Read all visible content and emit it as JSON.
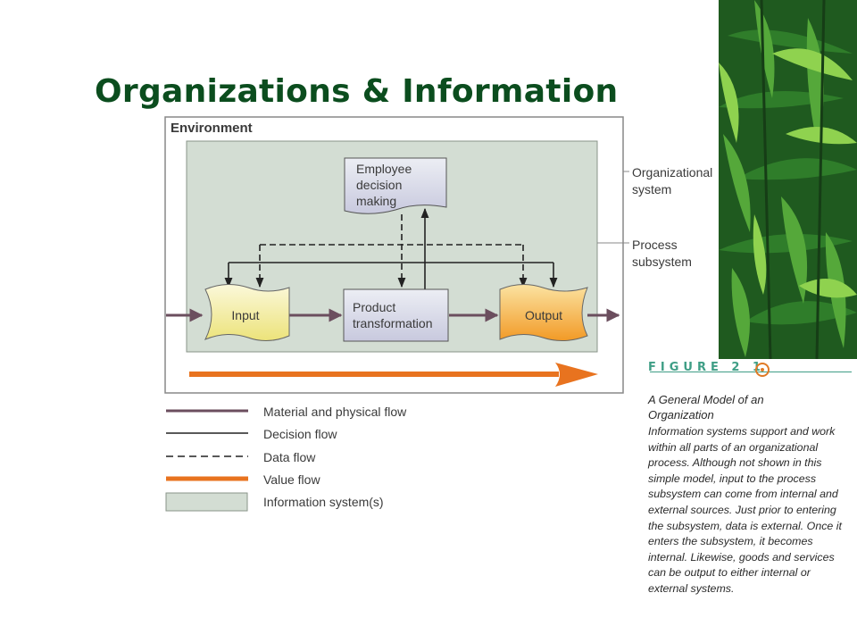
{
  "title": "Organizations & Information",
  "diagram": {
    "environment_label": "Environment",
    "employee_box": [
      "Employee",
      "decision",
      "making"
    ],
    "input_label": "Input",
    "product_box": [
      "Product",
      "transformation"
    ],
    "output_label": "Output",
    "org_system_label": [
      "Organizational",
      "system"
    ],
    "process_subsystem_label": [
      "Process",
      "subsystem"
    ]
  },
  "legend": [
    {
      "label": "Material and physical flow",
      "style": "material",
      "color": "#6b4e5e"
    },
    {
      "label": "Decision flow",
      "style": "decision",
      "color": "#222222"
    },
    {
      "label": "Data flow",
      "style": "data",
      "color": "#222222"
    },
    {
      "label": "Value flow",
      "style": "value",
      "color": "#e8731f"
    },
    {
      "label": "Information system(s)",
      "style": "system",
      "color": "#d3ddd3"
    }
  ],
  "caption": {
    "figure_label": "FIGURE 2 1",
    "title": "A General Model of an Organization",
    "text": "Information systems support and work within all parts of an organizational process. Although not shown in this simple model, input to the process subsystem can come from internal and external sources. Just prior to entering the subsystem, data is external. Once it enters the subsystem, it becomes internal. Likewise, goods and services can be output to either internal or external systems."
  },
  "colors": {
    "title": "#0b4d1e",
    "system_fill": "#d3ddd3",
    "input_fill": "#f4f0b8",
    "output_fill": "#f7b34a",
    "product_fill": "#dfe0ec",
    "value_flow": "#e8731f",
    "material_flow": "#6b4e5e",
    "figure_accent": "#3f9e86"
  }
}
